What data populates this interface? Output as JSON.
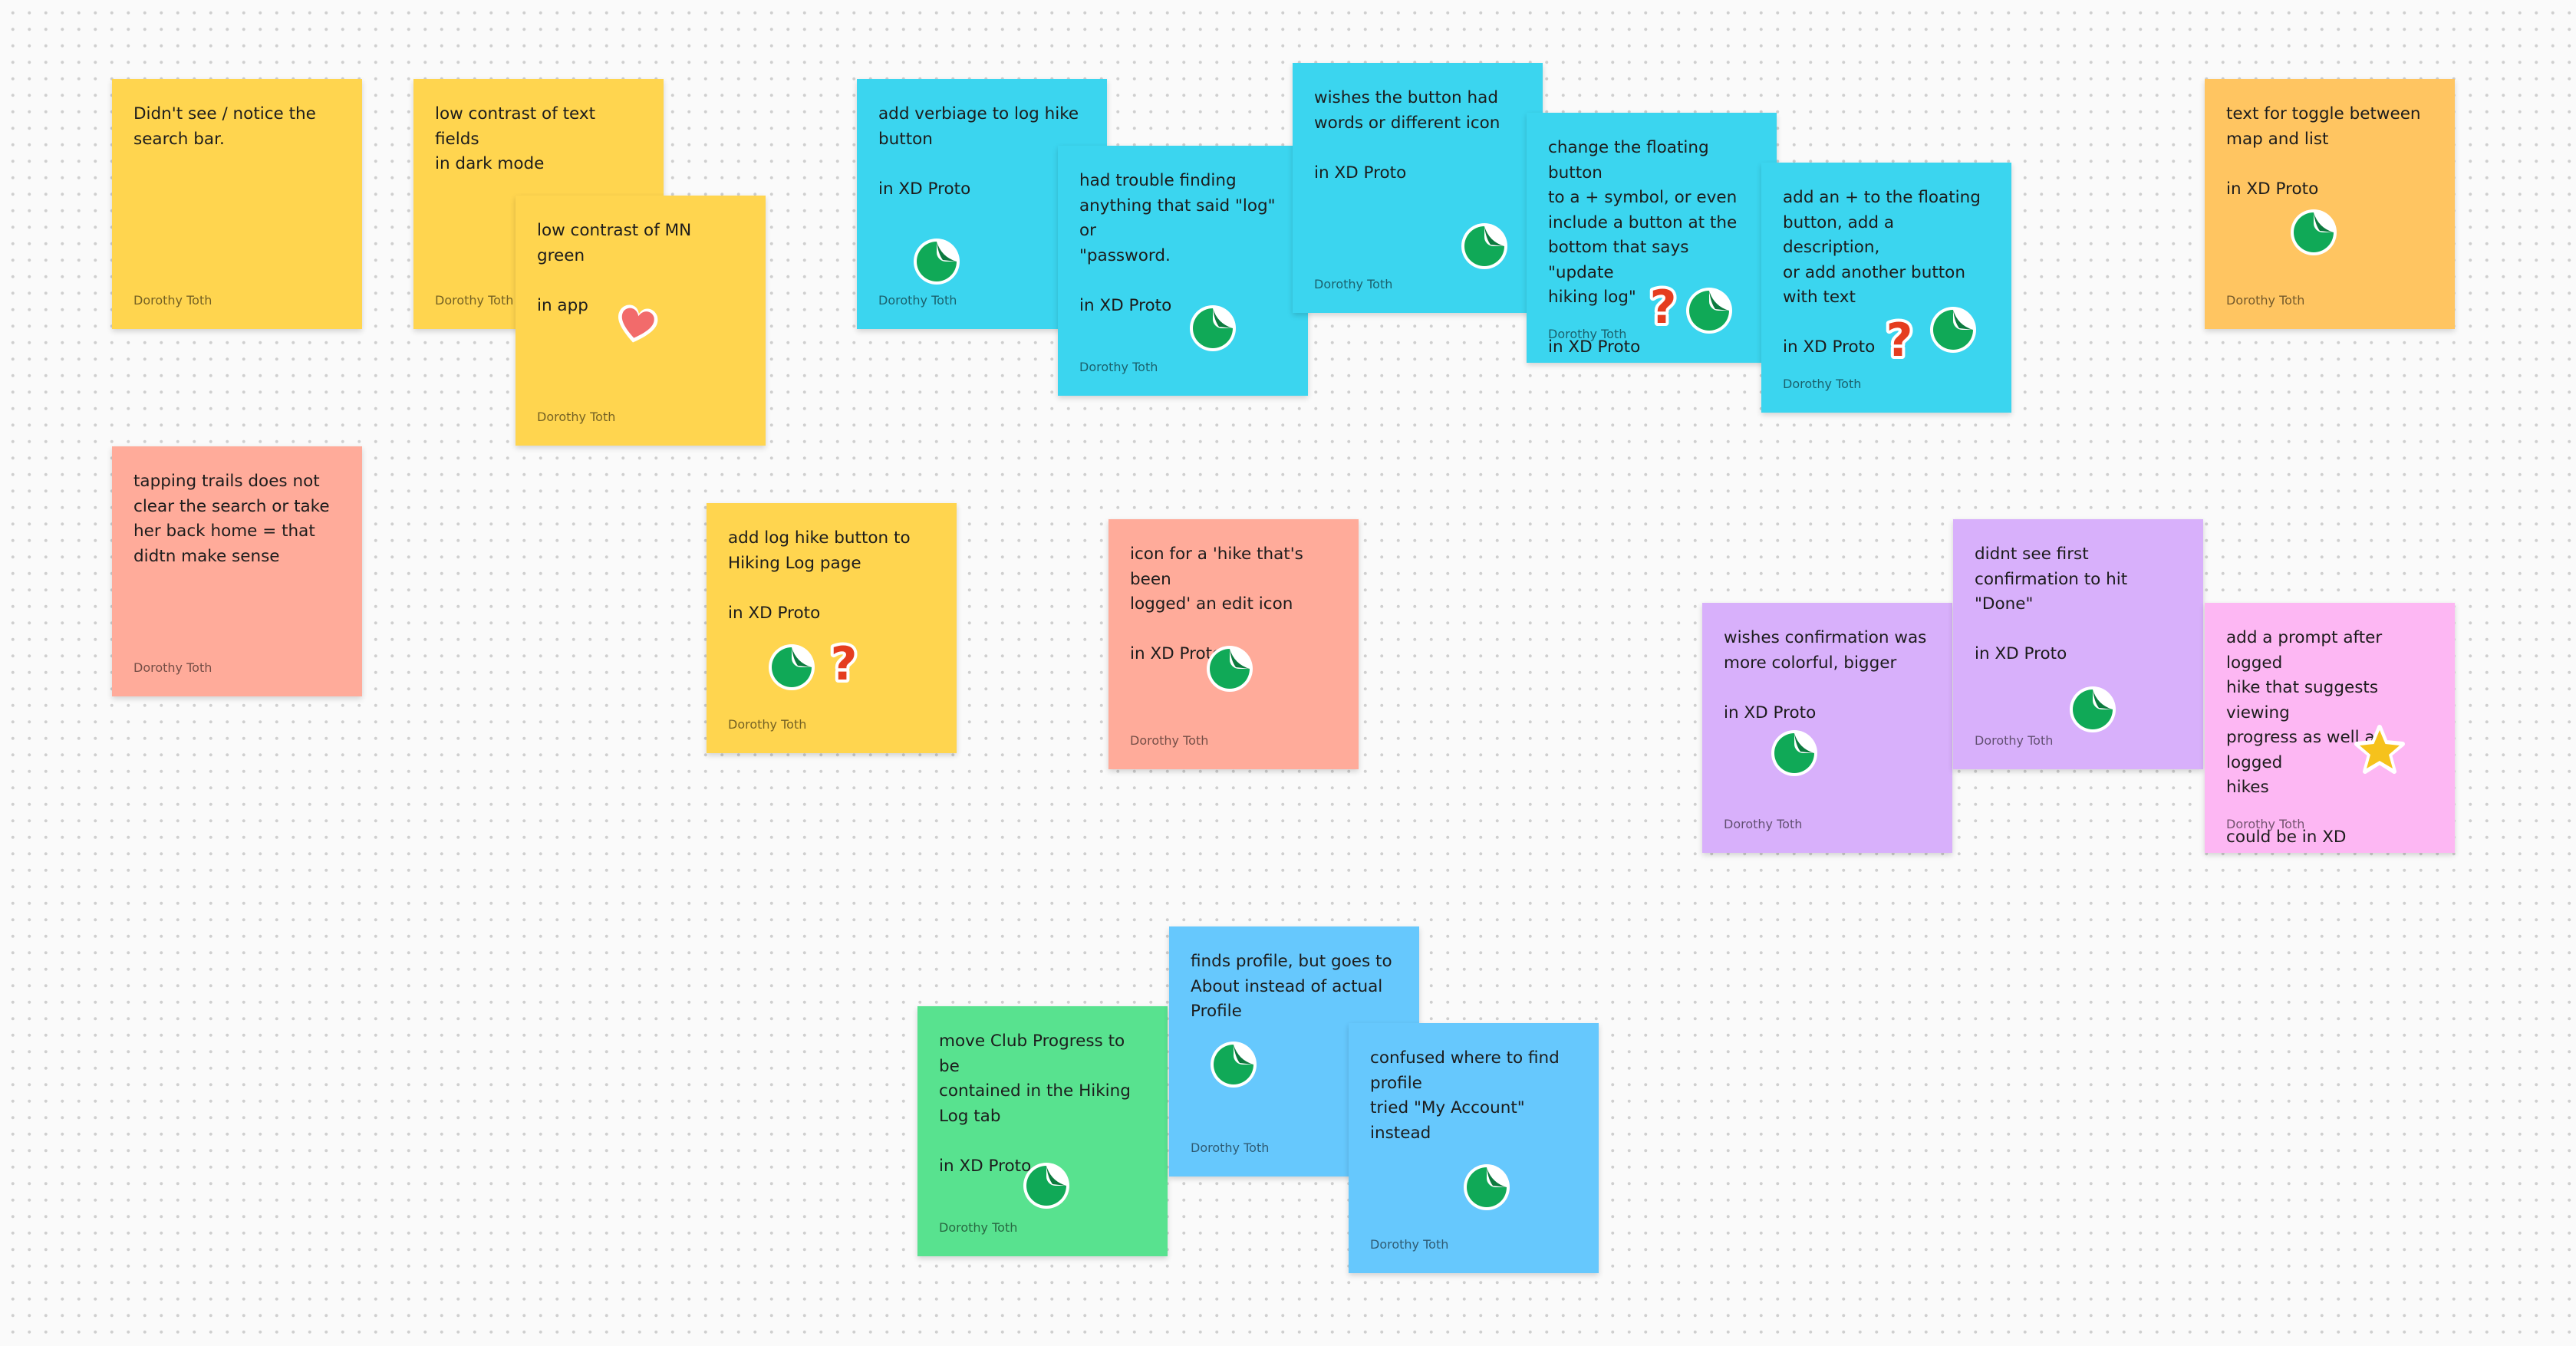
{
  "board": {
    "background_color": "#fafafa",
    "sticker_icons": {
      "check": "green-check-sticker-icon",
      "question": "question-mark-sticker-icon",
      "heart": "heart-sticker-icon",
      "star": "star-sticker-icon"
    }
  },
  "notes": [
    {
      "text": "Didn't see / notice the\nsearch bar.",
      "author": "Dorothy Toth",
      "color": "#ffd54f"
    },
    {
      "text": "low contrast of text fields\nin dark mode",
      "author": "Dorothy Toth",
      "color": "#ffd54f"
    },
    {
      "text": "low contrast of MN green\n\nin app",
      "author": "Dorothy Toth",
      "color": "#ffd54f"
    },
    {
      "text": "tapping trails does not\nclear the search or take\nher back home = that\ndidtn make sense",
      "author": "Dorothy Toth",
      "color": "#ffab9a"
    },
    {
      "text": "add log hike button to\nHiking Log page\n\nin XD Proto",
      "author": "Dorothy Toth",
      "color": "#ffd54f"
    },
    {
      "text": "add verbiage to log hike\nbutton\n\nin XD Proto",
      "author": "Dorothy Toth",
      "color": "#3bd5ef"
    },
    {
      "text": "had trouble finding\nanything that said \"log\" or\n\"password.\n\nin XD Proto",
      "author": "Dorothy Toth",
      "color": "#3bd5ef"
    },
    {
      "text": "wishes the button had\nwords or different icon\n\nin XD Proto",
      "author": "Dorothy Toth",
      "color": "#3bd5ef"
    },
    {
      "text": "change the floating button\nto a + symbol, or even\ninclude a button at the\nbottom that says \"update\nhiking log\"\n\nin XD Proto",
      "author": "Dorothy Toth",
      "color": "#3bd5ef"
    },
    {
      "text": "add an + to the floating\nbutton, add a description,\nor add another button\nwith text\n\nin XD Proto",
      "author": "Dorothy Toth",
      "color": "#3bd5ef"
    },
    {
      "text": "icon for a 'hike that's been\nlogged' an edit icon\n\nin XD Proto",
      "author": "Dorothy Toth",
      "color": "#ffab9a"
    },
    {
      "text": "text for toggle between\nmap and list\n\nin XD Proto",
      "author": "Dorothy Toth",
      "color": "#ffc561"
    },
    {
      "text": "wishes confirmation was\nmore colorful, bigger\n\nin XD Proto",
      "author": "Dorothy Toth",
      "color": "#d8b0fb"
    },
    {
      "text": "didnt see first\nconfirmation to hit \"Done\"\n\nin XD Proto",
      "author": "Dorothy Toth",
      "color": "#d8b0fb"
    },
    {
      "text": "add a prompt after logged\nhike that suggests viewing\nprogress as well as logged\nhikes\n\ncould be in XD",
      "author": "Dorothy Toth",
      "color": "#fdb7f3"
    },
    {
      "text": "move Club Progress to be\ncontained in the Hiking\nLog tab\n\nin XD Proto",
      "author": "Dorothy Toth",
      "color": "#58e28f"
    },
    {
      "text": "finds profile, but goes to\nAbout instead of actual\nProfile",
      "author": "Dorothy Toth",
      "color": "#66c8fd"
    },
    {
      "text": "confused where to find\nprofile\ntried \"My Account\"\ninstead",
      "author": "Dorothy Toth",
      "color": "#66c8fd"
    }
  ]
}
